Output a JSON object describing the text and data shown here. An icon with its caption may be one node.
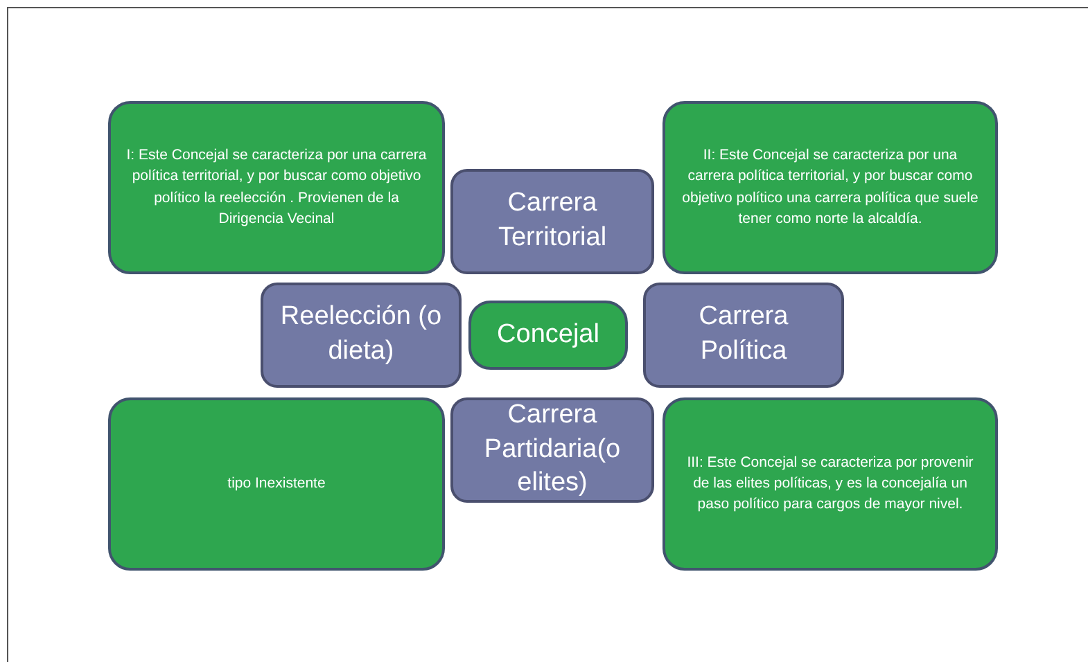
{
  "diagram": {
    "nodes": [
      {
        "text": [
          "I: Este Concejal se caracteriza por una carrera política territorial, y por buscar como objetivo político la reelección . Provienen de la Dirigencia Vecinal"
        ]
      },
      {
        "text": [
          "Carrera Territorial"
        ]
      },
      {
        "text": [
          "II: Este Concejal se caracteriza por una carrera política territorial, y por buscar como objetivo político una carrera política que suele tener como norte la alcaldía."
        ]
      },
      {
        "text": [
          "Reelección (o dieta)"
        ]
      },
      {
        "text": [
          "Concejal"
        ]
      },
      {
        "text": [
          "Carrera Política"
        ]
      },
      {
        "text": [
          "tipo Inexistente"
        ]
      },
      {
        "text": [
          "Carrera Partidaria(o elites)"
        ]
      },
      {
        "text": [
          "III: Este Concejal se caracteriza por provenir de las elites políticas, y es la concejalía un paso político para cargos de mayor nivel."
        ]
      }
    ]
  }
}
